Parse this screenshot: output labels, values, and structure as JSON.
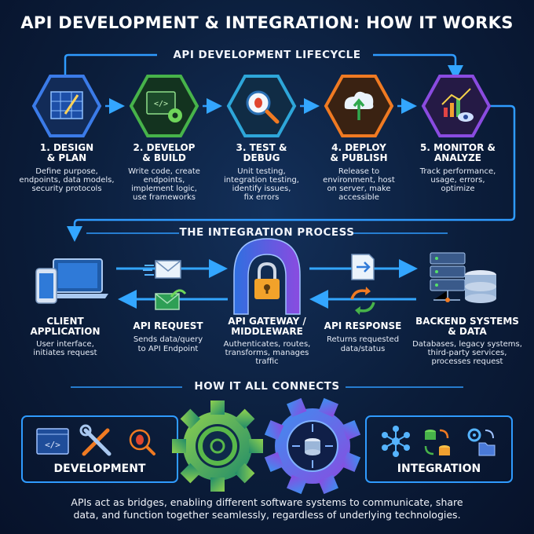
{
  "title": "API DEVELOPMENT & INTEGRATION: HOW IT WORKS",
  "lifecycle": {
    "heading": "API DEVELOPMENT LIFECYCLE",
    "stages": [
      {
        "name": "1. DESIGN\n& PLAN",
        "desc": "Define purpose,\nendpoints, data models,\nsecurity protocols",
        "color": "#3b7be8",
        "icon": "blueprint-icon"
      },
      {
        "name": "2. DEVELOP\n& BUILD",
        "desc": "Write code, create\nendpoints,\nimplement logic,\nuse frameworks",
        "color": "#47b34a",
        "icon": "code-gear-icon"
      },
      {
        "name": "3. TEST &\nDEBUG",
        "desc": "Unit testing,\nintegration testing,\nidentify issues,\nfix errors",
        "color": "#2ea6d9",
        "icon": "bug-magnifier-icon"
      },
      {
        "name": "4. DEPLOY\n& PUBLISH",
        "desc": "Release to\nenvironment, host\non server, make\naccessible",
        "color": "#f07a22",
        "icon": "cloud-upload-icon"
      },
      {
        "name": "5. MONITOR &\nANALYZE",
        "desc": "Track performance,\nusage, errors,\noptimize",
        "color": "#8a4be0",
        "icon": "chart-eye-icon"
      }
    ]
  },
  "integration": {
    "heading": "THE INTEGRATION PROCESS",
    "nodes": [
      {
        "name": "CLIENT\nAPPLICATION",
        "desc": "User interface,\ninitiates request"
      },
      {
        "name": "API REQUEST",
        "desc": "Sends data/query\nto API Endpoint"
      },
      {
        "name": "API GATEWAY /\nMIDDLEWARE",
        "desc": "Authenticates, routes,\ntransforms, manages\ntraffic"
      },
      {
        "name": "API RESPONSE",
        "desc": "Returns requested\ndata/status"
      },
      {
        "name": "BACKEND SYSTEMS\n& DATA",
        "desc": "Databases, legacy systems,\nthird-party services,\nprocesses request"
      }
    ]
  },
  "connects": {
    "heading": "HOW IT ALL CONNECTS",
    "left_label": "DEVELOPMENT",
    "right_label": "INTEGRATION"
  },
  "footer": "APIs act as bridges, enabling different software systems to communicate, share\ndata, and function together seamlessly, regardless of underlying technologies.",
  "colors": {
    "accent": "#2f8cff",
    "background": "#0b1d3a",
    "gear_green": "#59b84a",
    "gear_purple": "#7a57d8"
  }
}
